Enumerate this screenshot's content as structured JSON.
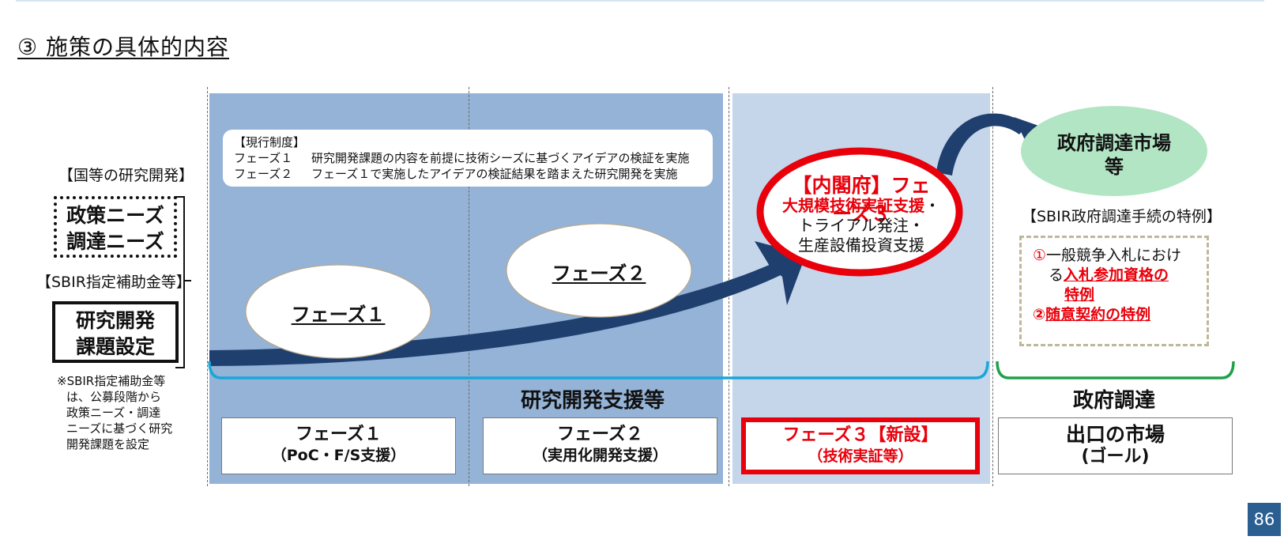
{
  "section_title": "③ 施策の具体的内容",
  "note": {
    "heading": "【現行制度】",
    "rows": [
      {
        "label": "フェーズ１",
        "text": "研究開発課題の内容を前提に技術シーズに基づくアイデアの検証を実施"
      },
      {
        "label": "フェーズ２",
        "text": "フェーズ１で実施したアイデアの検証結果を踏まえた研究開発を実施"
      }
    ]
  },
  "left": {
    "national_rd_label": "【国等の研究開発】",
    "needs_box": [
      "政策ニーズ",
      "調達ニーズ"
    ],
    "sbir_label": "【SBIR指定補助金等】",
    "task_box": [
      "研究開発",
      "課題設定"
    ],
    "note_lines": [
      "※SBIR指定補助金等",
      "は、公募段階から",
      "政策ニーズ・調達",
      "ニーズに基づく研究",
      "開発課題を設定"
    ]
  },
  "ovals": {
    "phase1": "フェーズ１",
    "phase2": "フェーズ２"
  },
  "phase3_oval": {
    "title": "【内閣府】フェーズ３",
    "line1_red": "大規模技術実証支援",
    "line1_suffix": "・",
    "line2": "トライアル発注・",
    "line3": "生産設備投資支援"
  },
  "goal": {
    "oval_lines": [
      "政府調達市場",
      "等"
    ],
    "tokurei_label": "【SBIR政府調達手続の特例】",
    "item1_num": "①",
    "item1_text_a": "一般競争入札におけ",
    "item1_text_b": "る",
    "item1_red_a": "入札参加資格の",
    "item1_red_b": "特例",
    "item2_num": "②",
    "item2_red": "随意契約の特例"
  },
  "section_labels": {
    "rd_support": "研究開発支援等",
    "procurement": "政府調達"
  },
  "bottom_boxes": [
    {
      "l1": "フェーズ１",
      "l2": "（PoC・F/S支援）"
    },
    {
      "l1": "フェーズ２",
      "l2": "（実用化開発支援）"
    },
    {
      "l1": "フェーズ３【新設】",
      "l2": "（技術実証等）"
    },
    {
      "l1": "出口の市場",
      "l2": "(ゴール)"
    }
  ],
  "page_number": "86",
  "colors": {
    "band_dark": "#95b3d7",
    "band_light": "#c5d6ea",
    "arrow": "#1f3f6e",
    "brace_blue": "#1aa6d9",
    "brace_green": "#1fa14a",
    "red": "#e8000b",
    "goal_oval": "#b2e5c4",
    "page_badge": "#2c5f91"
  }
}
